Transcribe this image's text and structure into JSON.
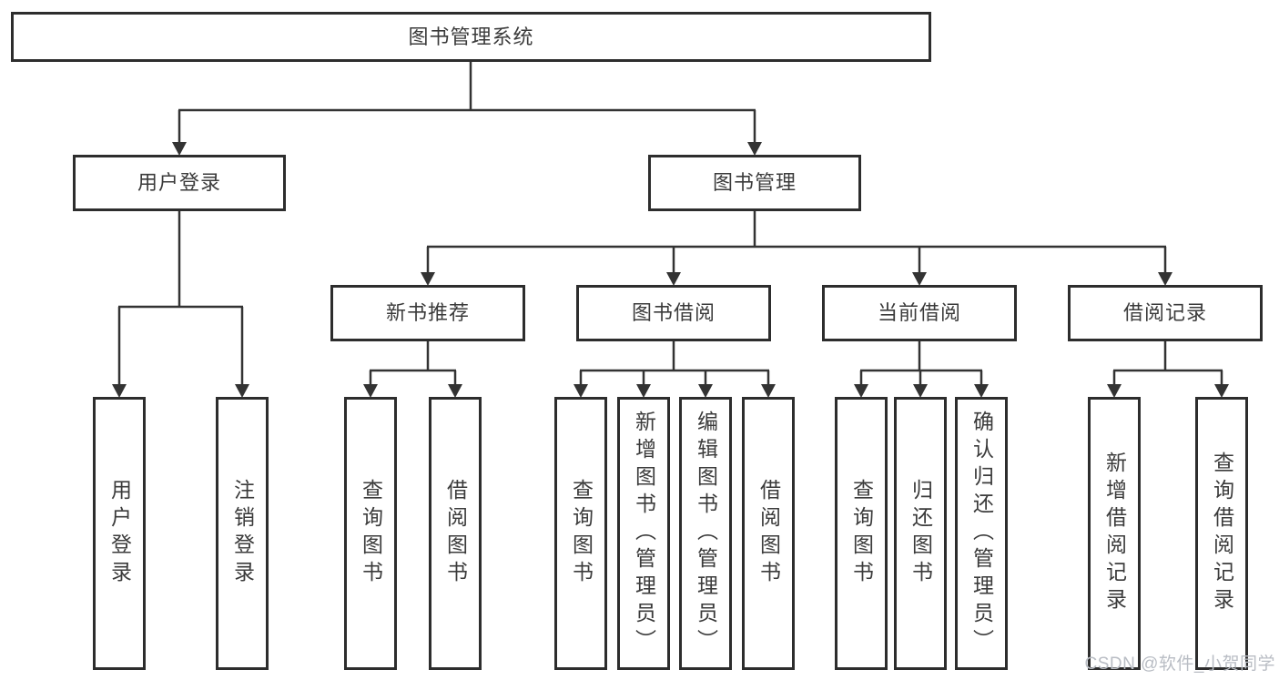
{
  "colors": {
    "line": "#333333",
    "box_border": "#2d2d2d",
    "box_text": "#3b3b3b",
    "background": "#ffffff",
    "watermark_text": "#b9bdc4"
  },
  "watermark": {
    "text": "CSDN @软件_小贺同学"
  },
  "tree": {
    "root": "图书管理系统",
    "userLogin": {
      "label": "用户登录",
      "children": {
        "login": "用户登录",
        "logout": "注销登录"
      }
    },
    "bookManagement": {
      "label": "图书管理",
      "newBookRecommend": {
        "label": "新书推荐",
        "children": {
          "queryBooks": "查询图书",
          "borrowBooks": "借阅图书"
        }
      },
      "bookBorrow": {
        "label": "图书借阅",
        "children": {
          "queryBooks": "查询图书",
          "addBookAdmin": "新增图书（管理员）",
          "editBookAdmin": "编辑图书（管理员）",
          "borrowBooks": "借阅图书"
        }
      },
      "currentBorrow": {
        "label": "当前借阅",
        "children": {
          "queryBooks": "查询图书",
          "returnBooks": "归还图书",
          "confirmReturnAdmin": "确认归还（管理员）"
        }
      },
      "borrowRecords": {
        "label": "借阅记录",
        "children": {
          "addRecord": "新增借阅记录",
          "queryRecord": "查询借阅记录"
        }
      }
    }
  }
}
